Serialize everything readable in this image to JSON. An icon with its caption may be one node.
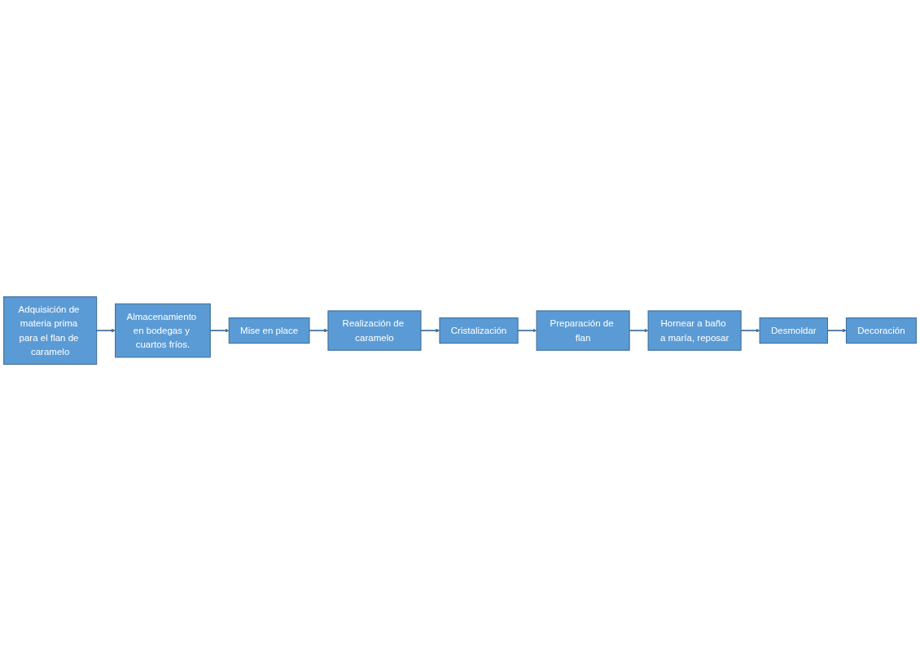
{
  "diagram": {
    "nodes": [
      {
        "text": [
          "Adquisición de materia prima para el flan de caramelo"
        ]
      },
      {
        "text": [
          "Almacenamiento en bodegas y cuartos fríos."
        ]
      },
      {
        "text": [
          "Mise en place"
        ]
      },
      {
        "text": [
          "Realización de caramelo"
        ]
      },
      {
        "text": [
          "Cristalización"
        ]
      },
      {
        "text": [
          "Preparación de flan"
        ]
      },
      {
        "text": [
          "Hornear a baño a maría, reposar"
        ]
      },
      {
        "text": [
          "Desmoldar"
        ]
      },
      {
        "text": [
          "Decoración"
        ]
      }
    ],
    "edges": [
      {
        "from": 0,
        "to": 1,
        "arrow": "to"
      },
      {
        "from": 1,
        "to": 2,
        "arrow": "to"
      },
      {
        "from": 2,
        "to": 3,
        "arrow": "to"
      },
      {
        "from": 3,
        "to": 4,
        "arrow": "to"
      },
      {
        "from": 4,
        "to": 5,
        "arrow": "to"
      },
      {
        "from": 5,
        "to": 6,
        "arrow": "to"
      },
      {
        "from": 6,
        "to": 7,
        "arrow": "to"
      },
      {
        "from": 7,
        "to": 8,
        "arrow": "to"
      }
    ]
  }
}
